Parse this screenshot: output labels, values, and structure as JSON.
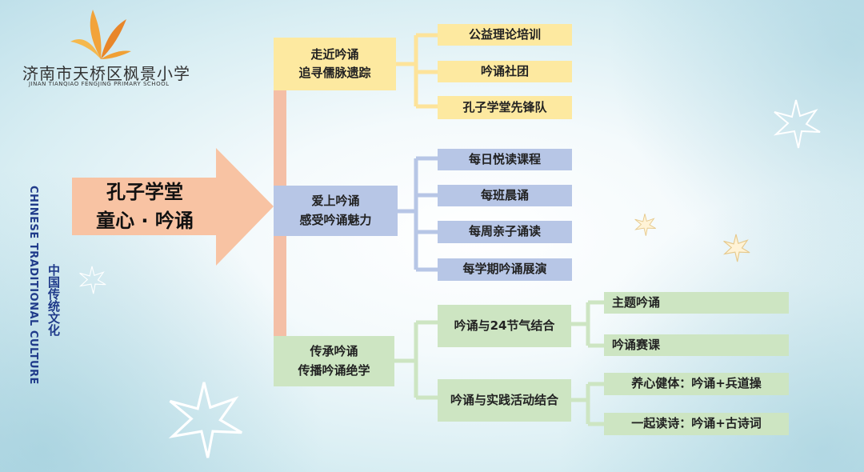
{
  "school": {
    "name": "济南市天桥区枫景小学",
    "name_en": "JINAN TIANQIAO FENGJING PRIMARY SCHOOL"
  },
  "side": {
    "en": "CHINESE TRADITIONAL CULTURE",
    "cn": "中国传统文化"
  },
  "root": {
    "line1": "孔子学堂",
    "line2": "童心 · 吟诵"
  },
  "branches": [
    {
      "line1": "走近吟诵",
      "line2": "追寻儒脉遗踪",
      "items": [
        "公益理论培训",
        "吟诵社团",
        "孔子学堂先锋队"
      ]
    },
    {
      "line1": "爱上吟诵",
      "line2": "感受吟诵魅力",
      "items": [
        "每日悦读课程",
        "每班晨诵",
        "每周亲子诵读",
        "每学期吟诵展演"
      ]
    },
    {
      "line1": "传承吟诵",
      "line2": "传播吟诵绝学",
      "subs": [
        {
          "label": "吟诵与24节气结合",
          "items": [
            "主题吟诵",
            "吟诵赛课"
          ]
        },
        {
          "label": "吟诵与实践活动结合",
          "items": [
            "养心健体：吟诵+兵道操",
            "一起读诗：吟诵+古诗词"
          ]
        }
      ]
    }
  ],
  "colors": {
    "yellow": "#fde9a0",
    "blue": "#b7c6e6",
    "green": "#cde5c2",
    "arrow": "#f8c3a3",
    "trunk": "#f4bfa6",
    "side_text": "#1f3a8a"
  }
}
